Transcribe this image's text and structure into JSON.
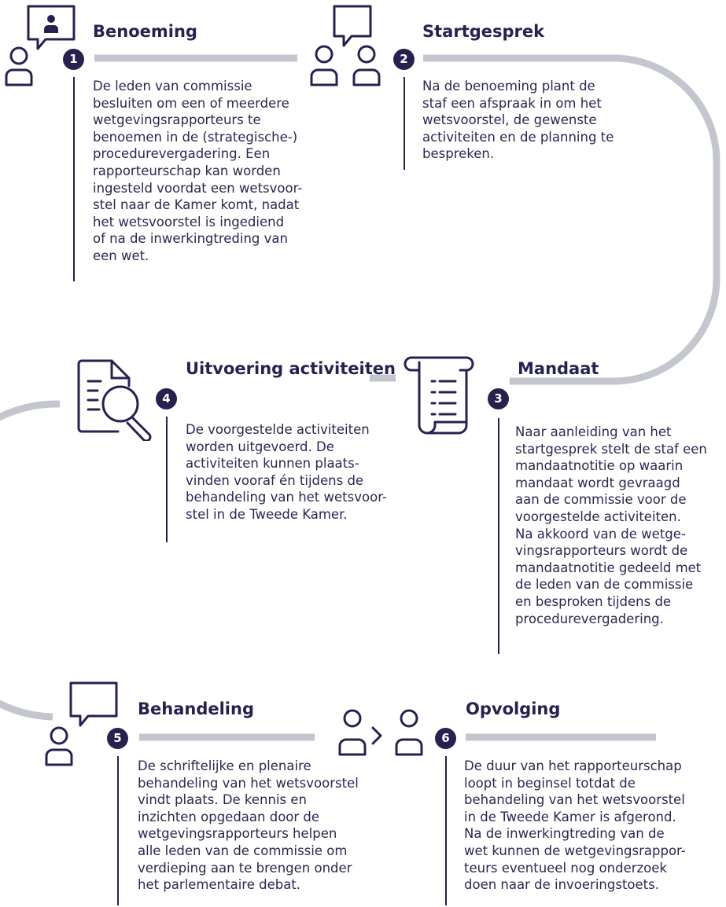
{
  "colors": {
    "navy": "#27214f",
    "connector": "#c3c6cf"
  },
  "steps": [
    {
      "number": "1",
      "title": "Benoeming",
      "icon": "person-speech-bubble-icon",
      "text": "De leden van commissie\nbesluiten om een of meerdere\nwetgevingsrapporteurs te\nbenoemen in de (strategische-)\nprocedurevergadering. Een\nrapporteurschap kan worden\ningesteld voordat een wetsvoor-\nstel naar de Kamer komt, nadat\nhet wetsvoorstel is ingediend\nof na de inwerkingtreding van\neen wet."
    },
    {
      "number": "2",
      "title": "Startgesprek",
      "icon": "two-people-speech-bubble-icon",
      "text": "Na de benoeming plant de\nstaf een afspraak in om het\nwetsvoorstel, de gewenste\nactiviteiten en de planning te\nbespreken."
    },
    {
      "number": "3",
      "title": "Mandaat",
      "icon": "scroll-document-icon",
      "text": "Naar aanleiding van het\nstartgesprek stelt de staf een\nmandaatnotitie op waarin\nmandaat wordt gevraagd\naan de commissie voor de\nvoorgestelde activiteiten.\nNa akkoord van de wetge-\nvingsrapporteurs wordt de\nmandaatnotitie gedeeld met\nde leden van de commissie\nen besproken tijdens de\nprocedurevergadering."
    },
    {
      "number": "4",
      "title": "Uitvoering activiteiten",
      "icon": "document-magnifier-icon",
      "text": "De voorgestelde activiteiten\nworden uitgevoerd. De\nactiviteiten kunnen plaats-\nvinden vooraf én tijdens de\nbehandeling van het wetsvoor-\nstel in de Tweede Kamer."
    },
    {
      "number": "5",
      "title": "Behandeling",
      "icon": "person-speech-bubble-icon",
      "text": "De schriftelijke en plenaire\nbehandeling van het wetsvoorstel\nvindt plaats. De kennis en\ninzichten opgedaan door de\nwetgevingsrapporteurs helpen\nalle leden van de commissie om\nverdieping aan te brengen onder\nhet parlementaire debat."
    },
    {
      "number": "6",
      "title": "Opvolging",
      "icon": "person-handover-icon",
      "text": "De duur van het rapporteurschap\nloopt in beginsel totdat de\nbehandeling van het wetsvoorstel\nin de Tweede Kamer is afgerond.\nNa de inwerkingtreding van de\nwet kunnen de wetgevingsrappor-\nteurs eventueel nog onderzoek\ndoen naar de invoeringstoets."
    }
  ]
}
